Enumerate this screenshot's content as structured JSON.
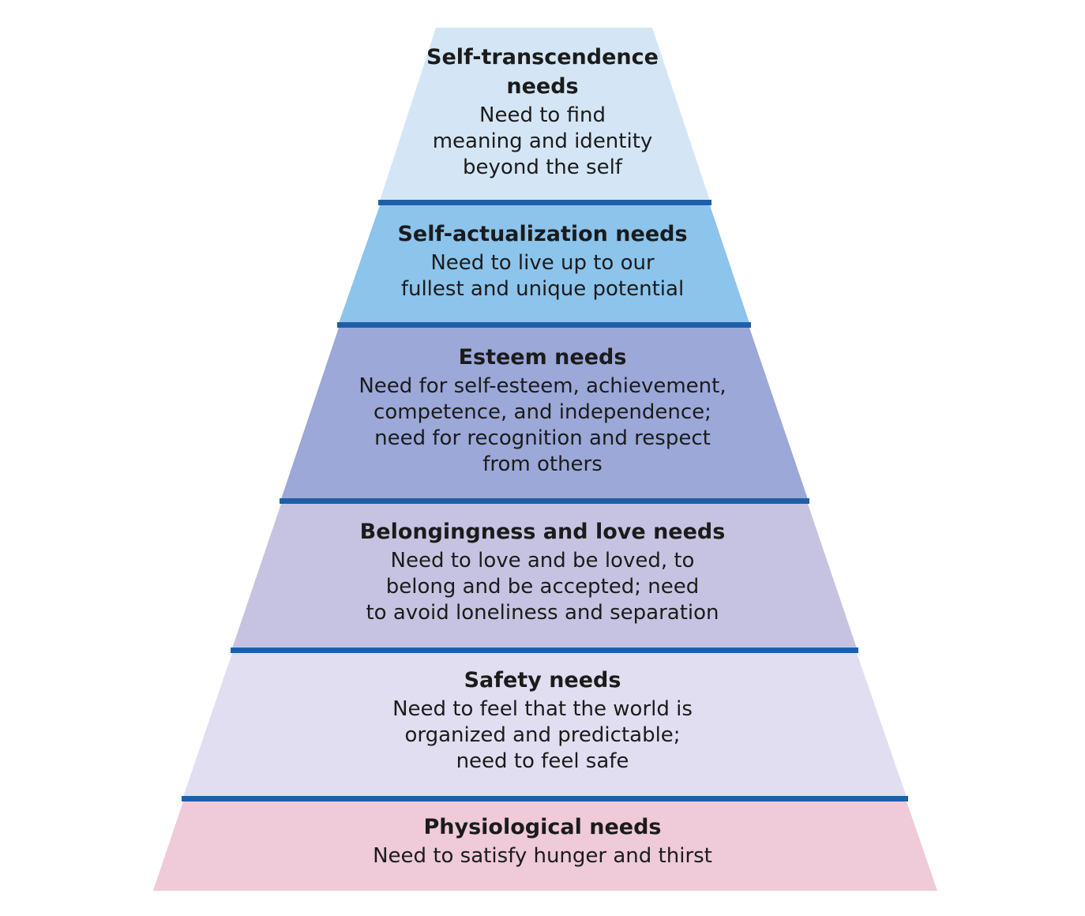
{
  "colors": {
    "divider": "#1f5fa9",
    "level_fills": [
      "#d4e6f6",
      "#8cc4ec",
      "#9ba8d8",
      "#c6c3e2",
      "#e1def1",
      "#efcad8"
    ]
  },
  "levels": [
    {
      "title": [
        "Self-transcendence",
        "needs"
      ],
      "description": [
        "Need to find",
        "meaning and identity",
        "beyond the self"
      ]
    },
    {
      "title": [
        "Self-actualization needs"
      ],
      "description": [
        "Need to live up to our",
        "fullest and unique potential"
      ]
    },
    {
      "title": [
        "Esteem needs"
      ],
      "description": [
        "Need for self-esteem, achievement,",
        "competence, and independence;",
        "need for recognition and respect",
        "from others"
      ]
    },
    {
      "title": [
        "Belongingness and love needs"
      ],
      "description": [
        "Need to love and be loved, to",
        "belong and be accepted; need",
        "to avoid loneliness and separation"
      ]
    },
    {
      "title": [
        "Safety needs"
      ],
      "description": [
        "Need to feel that the world is",
        "organized and predictable;",
        "need to feel safe"
      ]
    },
    {
      "title": [
        "Physiological needs"
      ],
      "description": [
        "Need to satisfy hunger and thirst"
      ]
    }
  ]
}
